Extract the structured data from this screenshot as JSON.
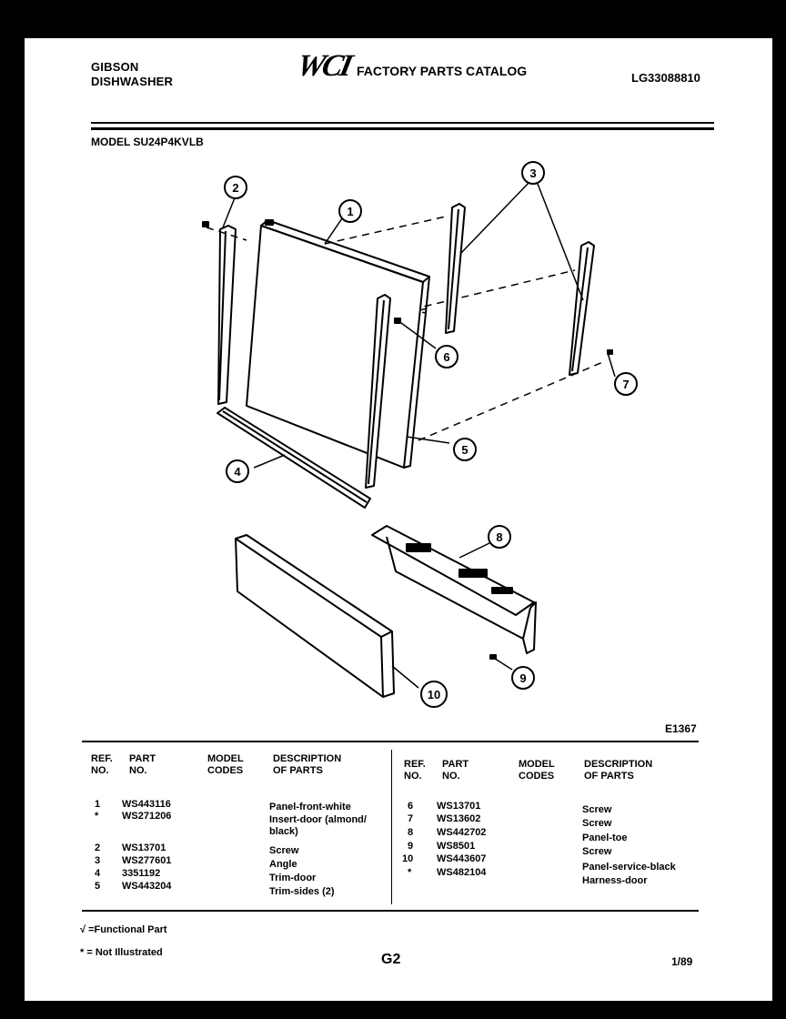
{
  "header": {
    "brand_line1": "GIBSON",
    "brand_line2": "DISHWASHER",
    "logo_text": "WCI",
    "catalog_title": "FACTORY PARTS CATALOG",
    "catalog_number": "LG33088810",
    "model_line": "MODEL SU24P4KVLB"
  },
  "diagram": {
    "callouts": [
      "1",
      "2",
      "3",
      "4",
      "5",
      "6",
      "7",
      "8",
      "9",
      "10"
    ],
    "drawing_code": "E1367"
  },
  "table": {
    "headers": {
      "ref": "REF.\nNO.",
      "part": "PART\nNO.",
      "model": "MODEL\nCODES",
      "desc": "DESCRIPTION\nOF PARTS"
    },
    "left_rows": [
      {
        "ref": "1",
        "part": "WS443116",
        "desc": "Panel-front-white"
      },
      {
        "ref": "*",
        "part": "WS271206",
        "desc": "Insert-door (almond/\nblack)"
      },
      {
        "ref": "2",
        "part": "WS13701",
        "desc": "Screw"
      },
      {
        "ref": "3",
        "part": "WS277601",
        "desc": "Angle"
      },
      {
        "ref": "4",
        "part": "3351192",
        "desc": "Trim-door"
      },
      {
        "ref": "5",
        "part": "WS443204",
        "desc": "Trim-sides (2)"
      }
    ],
    "right_rows": [
      {
        "ref": "6",
        "part": "WS13701",
        "desc": "Screw"
      },
      {
        "ref": "7",
        "part": "WS13602",
        "desc": "Screw"
      },
      {
        "ref": "8",
        "part": "WS442702",
        "desc": "Panel-toe"
      },
      {
        "ref": "9",
        "part": "WS8501",
        "desc": "Screw"
      },
      {
        "ref": "10",
        "part": "WS443607",
        "desc": "Panel-service-black"
      },
      {
        "ref": "*",
        "part": "WS482104",
        "desc": "Harness-door"
      }
    ]
  },
  "footer": {
    "note_functional": "√ =Functional Part",
    "note_not_illustrated": "* = Not Illustrated",
    "page_code": "G2",
    "date": "1/89"
  }
}
